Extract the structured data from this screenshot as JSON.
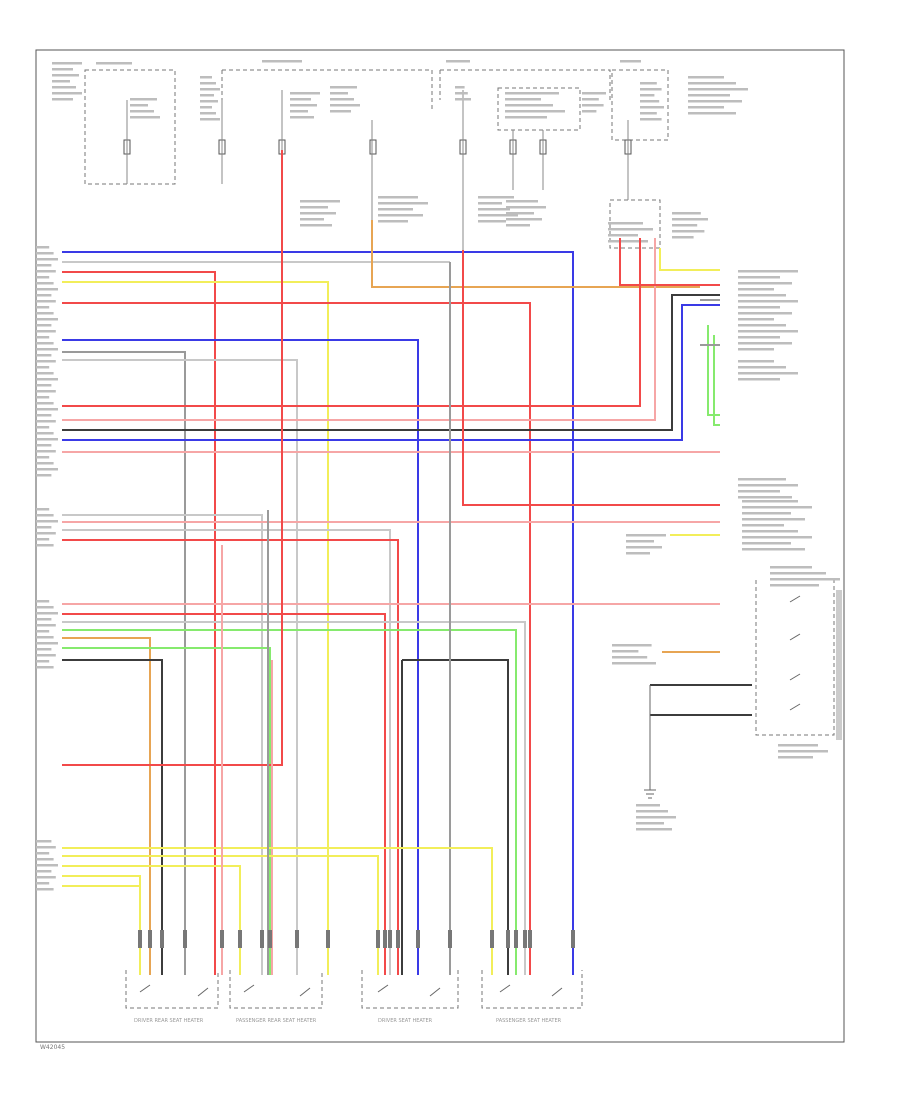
{
  "diagram": {
    "wire_colors": {
      "red": "#f24a4a",
      "pink": "#f6a6a6",
      "blue": "#3a3ae6",
      "yellow": "#f2ee5a",
      "green": "#86ea6e",
      "orange": "#e7a553",
      "dark": "#3c3c3c",
      "gray": "#9a9a9a",
      "light_gray": "#c8c8c8"
    },
    "page_number": "W42045",
    "switch_labels": [
      "DRIVER REAR SEAT HEATER",
      "PASSENGER REAR SEAT HEATER",
      "DRIVER SEAT HEATER",
      "PASSENGER SEAT HEATER"
    ]
  }
}
